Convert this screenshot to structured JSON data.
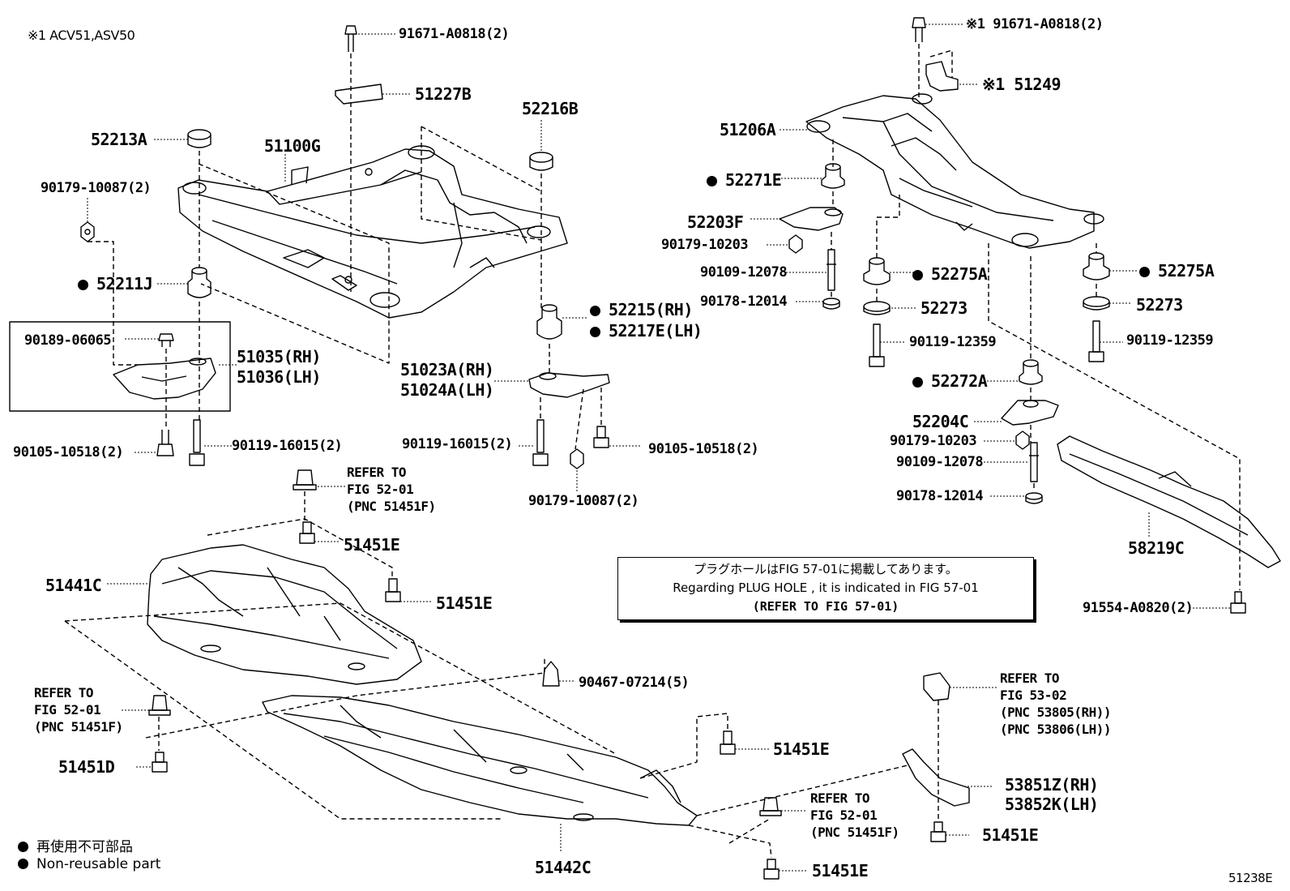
{
  "header_note": "※1 ACV51,ASV50",
  "figure_code": "51238E",
  "parts": {
    "p91671_left": "91671-A0818(2)",
    "p51227B": "51227B",
    "p52213A": "52213A",
    "p51100G": "51100G",
    "p52216B": "52216B",
    "p90179_10087_a": "90179-10087(2)",
    "p52211J": "52211J",
    "p90189_06065": "90189-06065",
    "p51035": "51035(RH)",
    "p51036": "51036(LH)",
    "p52215": "52215(RH)",
    "p52217E": "52217E(LH)",
    "p51023A": "51023A(RH)",
    "p51024A": "51024A(LH)",
    "p90119_16015_a": "90119-16015(2)",
    "p90119_16015_b": "90119-16015(2)",
    "p90105_10518_a": "90105-10518(2)",
    "p90105_10518_b": "90105-10518(2)",
    "p90179_10087_b": "90179-10087(2)",
    "p91671_right": "※1 91671-A0818(2)",
    "p51249": "※1 51249",
    "p51206A": "51206A",
    "p52271E": "52271E",
    "p52203F": "52203F",
    "p90179_10203_a": "90179-10203",
    "p90109_12078_a": "90109-12078",
    "p90178_12014_a": "90178-12014",
    "p52275A_a": "52275A",
    "p52275A_b": "52275A",
    "p52273_a": "52273",
    "p52273_b": "52273",
    "p90119_12359_a": "90119-12359",
    "p90119_12359_b": "90119-12359",
    "p52272A": "52272A",
    "p52204C": "52204C",
    "p90179_10203_b": "90179-10203",
    "p90109_12078_b": "90109-12078",
    "p90178_12014_b": "90178-12014",
    "p58219C": "58219C",
    "p91554": "91554-A0820(2)",
    "p51451E_a": "51451E",
    "p51451E_b": "51451E",
    "p51451E_c": "51451E",
    "p51451E_d": "51451E",
    "p51451E_e": "51451E",
    "p51441C": "51441C",
    "p90467": "90467-07214(5)",
    "p51451D": "51451D",
    "p51442C": "51442C",
    "p53851Z": "53851Z(RH)",
    "p53852K": "53852K(LH)"
  },
  "refers": {
    "r1": "REFER TO\nFIG 52-01\n(PNC 51451F)",
    "r2": "REFER TO\nFIG 52-01\n(PNC 51451F)",
    "r3": "REFER TO\nFIG 52-01\n(PNC 51451F)",
    "r4": "REFER TO\nFIG 53-02\n(PNC 53805(RH))\n(PNC 53806(LH))"
  },
  "note_box": {
    "jp": "プラグホールはFIG 57-01に掲載してあります。",
    "en": "Regarding  PLUG  HOLE , it is indicated in FIG  57-01",
    "ref": "(REFER  TO FIG 57-01)"
  },
  "legend": {
    "jp": "再使用不可部品",
    "en": "Non-reusable part"
  }
}
